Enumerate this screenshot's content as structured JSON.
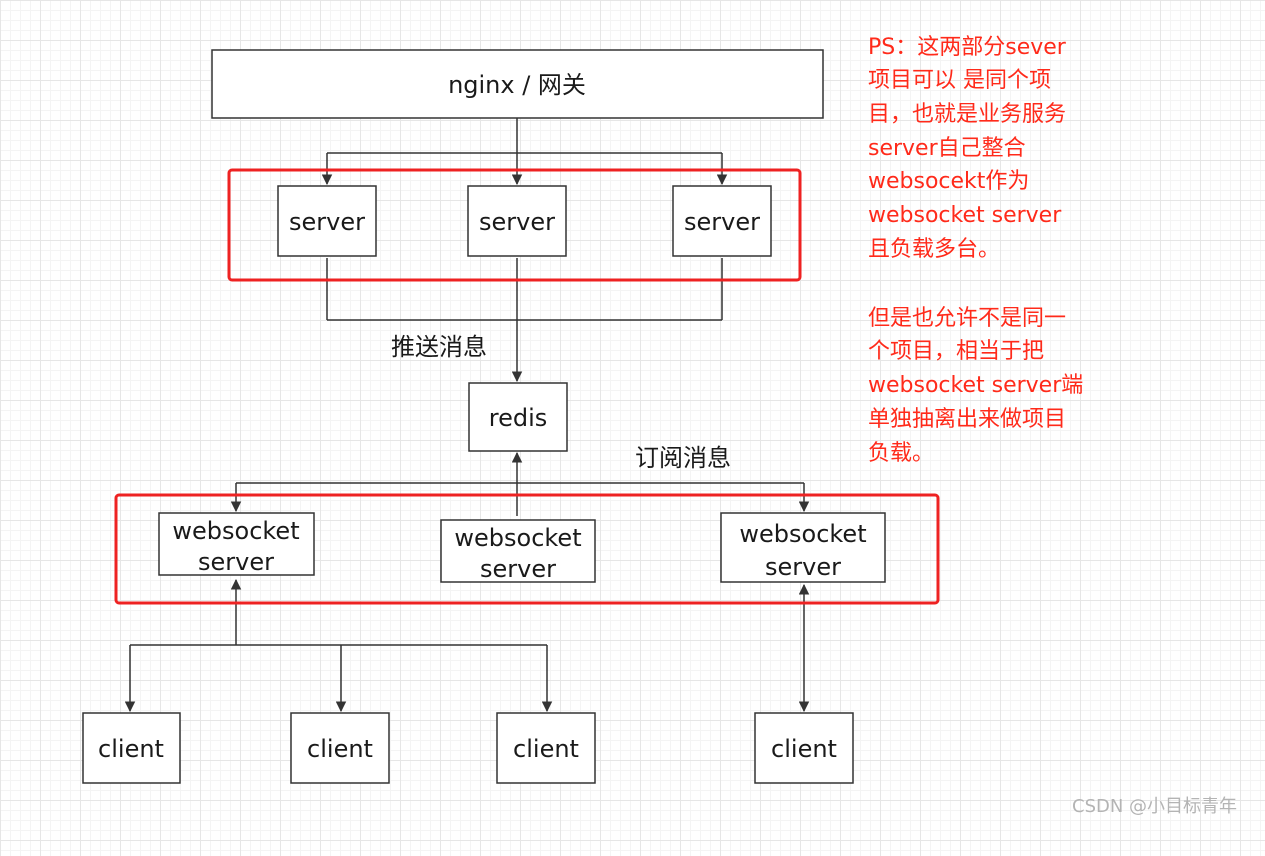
{
  "gateway": {
    "label": "nginx / 网关"
  },
  "servers": [
    {
      "label": "server"
    },
    {
      "label": "server"
    },
    {
      "label": "server"
    }
  ],
  "redis": {
    "label": "redis"
  },
  "ws_servers": [
    {
      "line1": "websocket",
      "line2": "server"
    },
    {
      "line1": "websocket",
      "line2": "server"
    },
    {
      "line1": "websocket",
      "line2": "server"
    }
  ],
  "clients": [
    {
      "label": "client"
    },
    {
      "label": "client"
    },
    {
      "label": "client"
    },
    {
      "label": "client"
    }
  ],
  "edges": {
    "push_label": "推送消息",
    "subscribe_label": "订阅消息"
  },
  "note": {
    "lines": [
      "PS：这两部分sever",
      "项目可以 是同个项",
      "目，也就是业务服务",
      "server自己整合",
      "websocekt作为",
      "websocket server",
      "且负载多台。",
      "",
      "但是也允许不是同一",
      "个项目，相当于把",
      "websocket server端",
      "单独抽离出来做项目",
      "负载。"
    ]
  },
  "watermark": "CSDN @小目标青年",
  "colors": {
    "group_border": "#ee2222",
    "note_text": "#ff2a1a",
    "line": "#333333"
  }
}
